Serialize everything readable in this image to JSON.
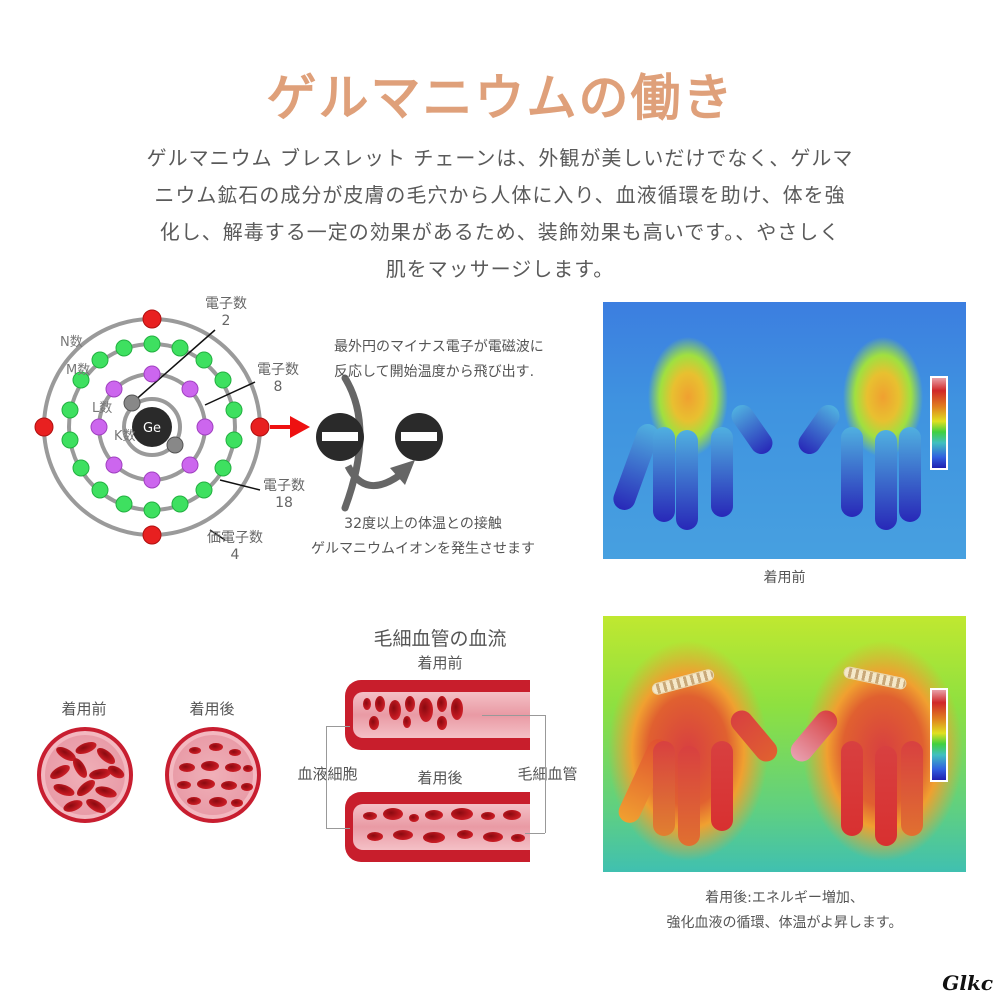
{
  "header": {
    "title": "ゲルマニウムの働き",
    "intro_lines": [
      "ゲルマニウム ブレスレット チェーンは、外観が美しいだけでなく、ゲルマ",
      "ニウム鉱石の成分が皮膚の毛穴から人体に入り、血液循環を助け、体を強",
      "化し、解毒する一定の効果があるため、装飾効果も高いです。、やさしく",
      "肌をマッサージします。"
    ]
  },
  "atom_diagram": {
    "nucleus": "Ge",
    "shell_labels": {
      "n": "N数",
      "m": "M数",
      "l": "L数",
      "k": "K数"
    },
    "callouts": [
      {
        "label": "電子数",
        "value": "2"
      },
      {
        "label": "電子数",
        "value": "8"
      },
      {
        "label": "電子数",
        "value": "18"
      },
      {
        "label": "価電子数",
        "value": "4"
      }
    ],
    "note_top": [
      "最外円のマイナス電子が電磁波に",
      "反応して開始温度から飛び出す."
    ],
    "note_bottom": [
      "32度以上の体温との接触",
      "ゲルマニウムイオンを発生させます"
    ],
    "colors": {
      "k_shell": "#808080",
      "l_shell": "#cc66ee",
      "m_shell": "#33dd55",
      "n_shell": "#e01818",
      "arrow": "#ee1111",
      "electron": "#2a2a2a"
    }
  },
  "thermal": {
    "before_caption": "着用前",
    "after_caption_lines": [
      "着用後:エネルギー増加、",
      "強化血液の循環、体温がよ昇します。"
    ]
  },
  "blood_section": {
    "before_label": "着用前",
    "after_label": "着用後"
  },
  "capillary": {
    "title": "毛細血管の血流",
    "before_label": "着用前",
    "after_label": "着用後",
    "left_label": "血液細胞",
    "right_label": "毛細血管"
  },
  "watermark": "Glkc"
}
